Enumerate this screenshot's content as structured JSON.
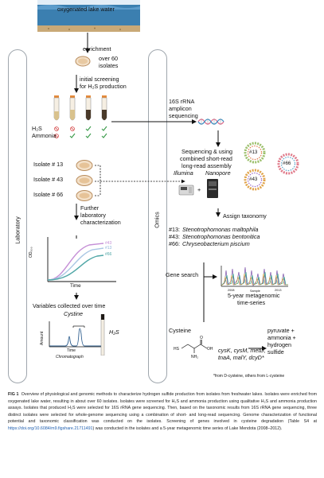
{
  "figure": {
    "lake_banner": "oxygenated lake water",
    "panels": {
      "left_label": "Laboratory",
      "right_label": "Omics"
    },
    "lab": {
      "enrichment": "enrichment",
      "isolates_count_line1": "over 60",
      "isolates_count_line2": "isolates",
      "screening_line1": "initial screening",
      "screening_line2": "for H₂S production",
      "row_h2s": "H₂S",
      "row_ammonia": "Ammonia",
      "isolates": [
        "Isolate # 13",
        "Isolate # 43",
        "Isolate # 66"
      ],
      "further_line1": "Further",
      "further_line2": "laboratory",
      "further_line3": "characterization",
      "growth_ylabel": "OD₆₀₀",
      "growth_xlabel": "Time",
      "variables_title": "Variables collected over time",
      "cystine": "Cystine",
      "chrom_ylabel": "Amount",
      "chrom_xlabel": "Time",
      "chromatograph": "Chromatograph",
      "h2s_small": "H₂S"
    },
    "omics": {
      "amplicon_line1": "16S rRNA",
      "amplicon_line2": "amplicon",
      "amplicon_line3": "sequencing",
      "seq_line1": "Sequencing & using",
      "seq_line2": "combined short-read",
      "seq_line3": "long-read assembly",
      "illumina": "Illumina",
      "nanopore": "Nanopore",
      "plus": "+",
      "genome_labels": [
        "#13",
        "#43",
        "#66"
      ],
      "assign_taxonomy": "Assign taxonomy",
      "taxonomy": [
        {
          "id": "#13:",
          "name": "Stenotrophomonas maltophila"
        },
        {
          "id": "#43:",
          "name": "Stenotrophomonas bentonitica"
        },
        {
          "id": "#66:",
          "name": "Chryseobacterium piscium"
        }
      ],
      "gene_search": "Gene search",
      "ts_xlabel_left": "2008",
      "ts_xlabel_mid": "Sample",
      "ts_xlabel_right": "2013",
      "ts_line1": "5-year metagenomic",
      "ts_line2": "time-series",
      "cysteine": "Cysteine",
      "cys_formula_hs": "HS",
      "cys_formula_oh": "OH",
      "cys_formula_nh2": "NH₂",
      "cys_formula_o": "O",
      "genes_line1": "cysK, cysM, metD,",
      "genes_line2": "tnaA, malY, dcyD*",
      "products_line1": "pyruvate +",
      "products_line2": "ammonia +",
      "products_line3": "hydrogen",
      "products_line4": "sulfide",
      "footnote": "*from D-cysteine, others from L-cysteine"
    },
    "growth_legend": [
      "#43",
      "#13",
      "#66"
    ]
  },
  "caption": {
    "label": "FIG 1",
    "part1": "Overview of physiological and genomic methods to characterize hydrogen sulfide production from isolates from freshwater lakes. Isolates were enriched from oxygenated lake water, resulting in about over 60 isolates. Isolates were screened for H₂S and ammonia production using qualitative H₂S and ammonia production assays. Isolates that produced H₂S were selected for 16S rRNA gene sequencing. Then, based on the taxonomic results from 16S rRNA gene sequencing, three distinct isolates were selected for whole-genome sequencing using a combination of short- and long-read sequencing. Genome characterization of functional potential and taxonomic classification was conducted on the isolates. Screening of genes involved in cysteine degradation (Table S4 at ",
    "link": "https://doi.org/10.6084/m9.figshare.21711491",
    "part2": ") was conducted in the isolates and a 5-year metagenomic time series of Lake Mendota (2008–2012)."
  },
  "colors": {
    "water": "#3b7fb0",
    "sky": "#cfe3f2",
    "sediment": "#c9a977",
    "curve_43": "#c58fd6",
    "curve_13": "#a9c6e3",
    "curve_66": "#4fa6a6",
    "link": "#1f5fb0"
  }
}
